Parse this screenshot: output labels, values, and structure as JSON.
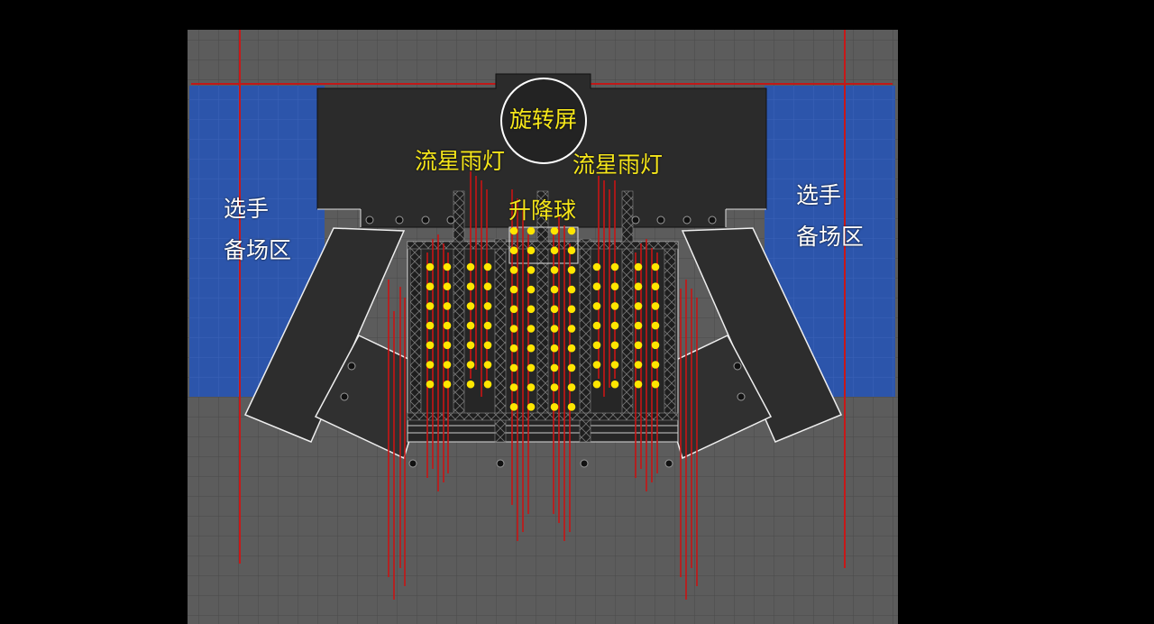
{
  "labels": {
    "rotating_screen": "旋转屏",
    "meteor_left": "流星雨灯",
    "meteor_right": "流星雨灯",
    "lift_ball": "升降球",
    "left_area_line1": "选手",
    "left_area_line2": "备场区",
    "right_area_line1": "选手",
    "right_area_line2": "备场区"
  },
  "colors": {
    "background": "#000000",
    "floor": "#5a5a5a",
    "blue_zone": "#2a52a8",
    "stage": "#2b2b2b",
    "label_yellow": "#f5e61a",
    "light_dot": "#ffe600",
    "red_line": "#d01515"
  }
}
